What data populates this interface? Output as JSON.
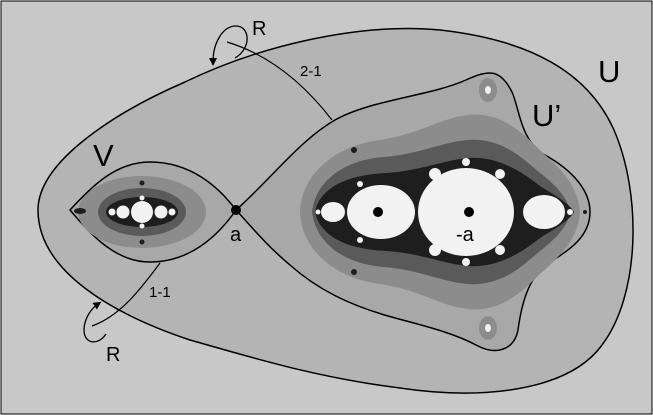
{
  "colors": {
    "background": "#c8c8c8",
    "region_u": "#b4b4b4",
    "region_u_prime": "#a8a8a8",
    "fractal_ring": "#8c8c8c",
    "fractal_inner": "#5a5a5a",
    "fractal_dark": "#1e1e1e",
    "fractal_fill": "#f2f2f2",
    "stroke": "#000000"
  },
  "labels": {
    "U": "U",
    "U_prime": "U’",
    "V": "V",
    "a": "a",
    "neg_a": "-a",
    "R_top": "R",
    "R_bottom": "R",
    "map_2_1": "2-1",
    "map_1_1": "1-1"
  },
  "icons": {
    "top_arrow": "curved-arrow-icon",
    "bottom_arrow": "curved-arrow-icon"
  }
}
